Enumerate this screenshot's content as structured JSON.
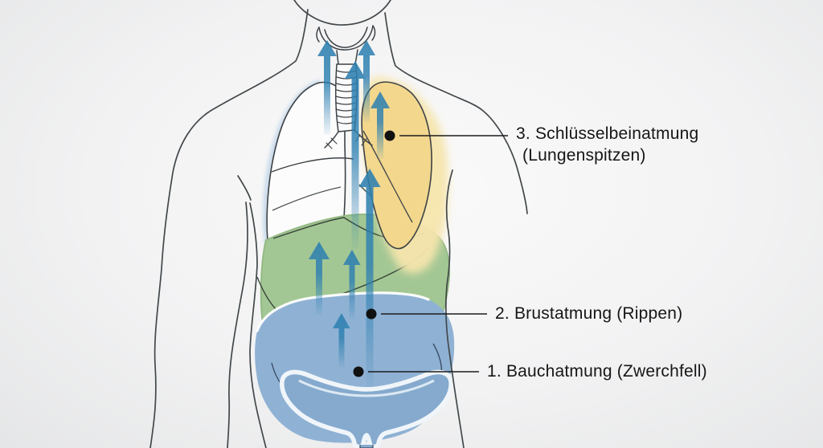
{
  "figure": {
    "language": "de",
    "subject": "breathing-types-anatomy-diagram"
  },
  "annotations": {
    "clavicular": {
      "line1": "3. Schlüsselbeinatmung",
      "line2": "(Lungenspitzen)"
    },
    "costal": {
      "text": "2. Brustatmung (Rippen)"
    },
    "abdominal": {
      "text": "1. Bauchatmung (Zwerchfell)"
    }
  },
  "colors": {
    "region_lung_apex": "#f2d78d",
    "region_lung_apex_glow": "#f6e5ad",
    "region_ribs": "#a3c794",
    "region_abdomen": "#8fb2d4",
    "pelvis_fill": "#85aace",
    "arrow": "#2e80b1",
    "outline": "#3d4246",
    "text": "#161616"
  }
}
